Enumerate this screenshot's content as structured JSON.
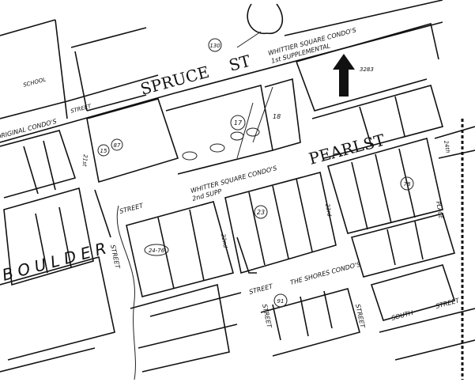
{
  "map": {
    "streets": {
      "spruce": "SPRUCE",
      "spruce_st": "ST",
      "pearl": "PEARL",
      "pearl_st": "ST",
      "boulder": "B O U L D E R",
      "street_1": "STREET",
      "street_2": "STREET",
      "street_3": "STREET",
      "street_4": "STREET",
      "street_5": "STREET",
      "street_6": "STREET",
      "street_7": "STREET",
      "south": "SOUTH",
      "st_21": "21st",
      "st_22": "22nd",
      "st_23": "23rd",
      "st_24": "24th",
      "place": "PLACE"
    },
    "subdivisions": {
      "whittier_1_line1": "WHITTIER SQUARE CONDO'S",
      "whittier_1_line2": "1st SUPPLEMENTAL",
      "whittier_2_line1": "WHITTER SQUARE CONDO'S",
      "whittier_2_line2": "2nd SUPP",
      "original": "ORIGINAL CONDO'S",
      "shores": "THE SHORES CONDO'S",
      "school": "SCHOOL"
    },
    "lot_numbers": [
      "130",
      "17",
      "18",
      "15",
      "87",
      "23",
      "24-76",
      "91",
      "78",
      "3283"
    ],
    "north_arrow": "north-arrow-icon"
  }
}
